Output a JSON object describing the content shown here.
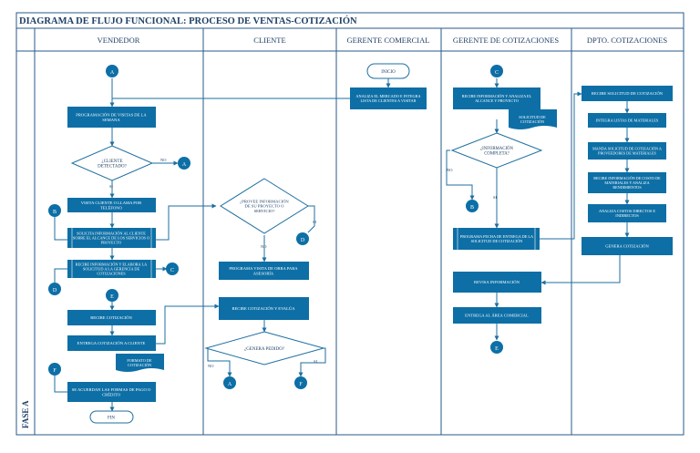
{
  "title": "DIAGRAMA DE FLUJO FUNCIONAL: PROCESO DE VENTAS-COTIZACIÓN",
  "phase_label": "FASE A",
  "lanes": [
    "VENDEDOR",
    "CLIENTE",
    "GERENTE COMERCIAL",
    "GERENTE DE COTIZACIONES",
    "DPTO. COTIZACIONES"
  ],
  "colors": {
    "shape": "#0d6fa6",
    "line": "#1e6fa0",
    "lane_header": "#1e3f66",
    "border": "#2a5a8a"
  },
  "vendedor": {
    "connector_top": "A",
    "programacion": "PROGRAMACIÓN DE VISITAS DE LA SEMANA",
    "decision_cliente": "¿CLIENTE DETECTADO?",
    "no_label": "NO",
    "si_label": "SI",
    "connector_no": "A",
    "visita": "VISITA CLIENTE O LLAMA POR TELÉFONO",
    "connector_b": "B",
    "solicita": "SOLICITA INFORMACIÓN AL CLIENTE SOBRE EL ALCANCE DE LOS SERVICIOS O PROYECTO",
    "recibe_info": "RECIBE INFORMACIÓN Y ELABORA LA SOLICITUD A LA GERENCIA DE COTIZACIONES",
    "connector_c": "C",
    "connector_d": "D",
    "connector_e": "E",
    "recibe_cot": "RECIBE COTIZACIÓN",
    "entrega_cot": "ENTREGA COTIZACIÓN A CLIENTE",
    "formato": "FORMATO DE COTIZACIÓN",
    "connector_f": "F",
    "acuerdan": "SE ACUERDAN LAS FORMAS DE PAGO O CRÉDITO",
    "fin": "FIN"
  },
  "cliente": {
    "decision_provee": "¿PROVEE INFORMACIÓN DE SU PROYECTO O SERVICIO?",
    "no_label": "NO",
    "si_label": "SI",
    "connector_d": "D",
    "programa_visita": "PROGRAMA VISITA DE OBRA PARA ASESORÍA",
    "recibe_evalua": "RECIBE COTIZACIÓN Y EVALÚA",
    "decision_pedido": "¿GENERA PEDIDO?",
    "connector_a": "A",
    "connector_f": "F"
  },
  "gerente_comercial": {
    "inicio": "INICIO",
    "analiza": "ANALIZA EL MERCADO E INTEGRA LISTA DE CLIENTES A VISITAR"
  },
  "gerente_cotizaciones": {
    "connector_c": "C",
    "recibe_analiza": "RECIBE INFORMACIÓN Y ANALIZA EL ALCANCE Y PROYECTO",
    "solicitud_doc": "SOLICITUD DE COTIZACIÓN",
    "decision_completa": "¿INFORMACIÓN COMPLETA?",
    "no_label": "NO",
    "si_label": "SI",
    "connector_b": "B",
    "programa_fecha": "PROGRAMA FECHA DE ENTREGA DE LA SOLICITUD DE COTIZACIÓN",
    "revisa": "REVISA INFORMACIÓN",
    "entrega": "ENTREGA AL ÁREA COMERCIAL",
    "connector_e": "E"
  },
  "dpto_cotizaciones": {
    "recibe_solicitud": "RECIBE SOLICITUD DE COTIZACIÓN",
    "integra": "INTEGRA LISTAS DE MATERIALES",
    "manda": "MANDA SOLICITUD DE COTIZACIÓN A PROVEEDORES DE MATERIALES",
    "recibe_costo": "RECIBE INFORMACIÓN DE COSTO DE MATERIALES Y ANALIZA RENDIMIENTOS",
    "analiza_costos": "ANALIZA COSTOS DIRECTOS E INDIRECTOS",
    "genera": "GENERA COTIZACIÓN"
  }
}
